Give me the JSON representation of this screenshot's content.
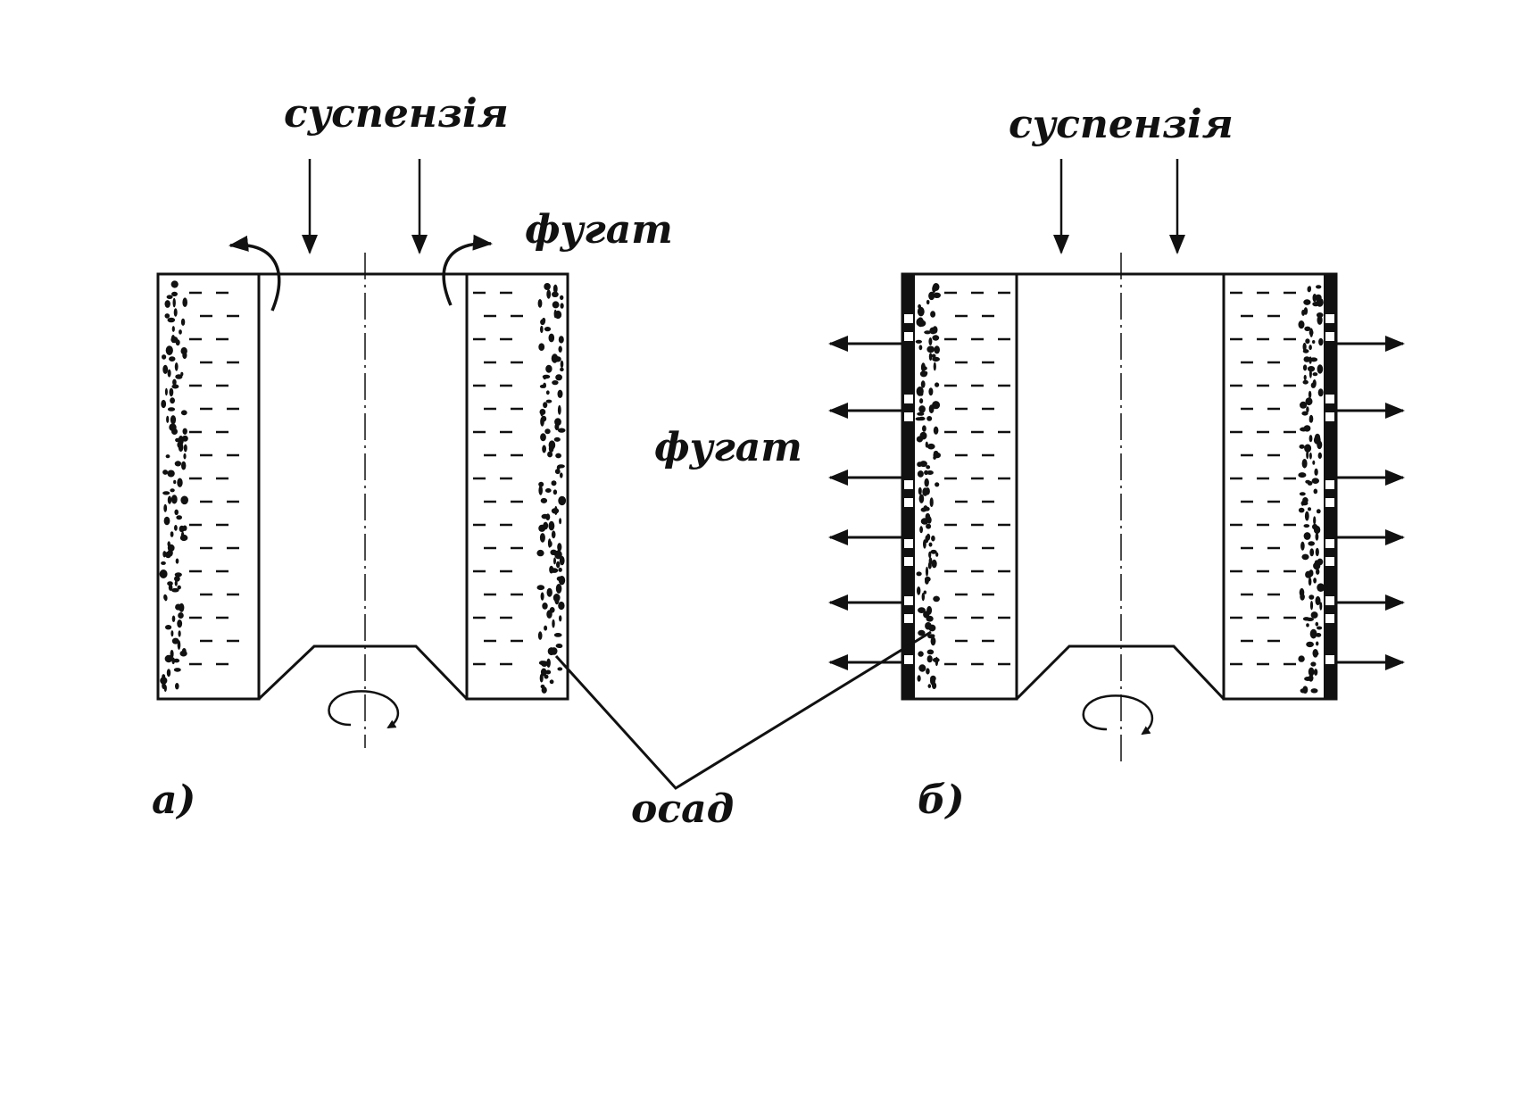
{
  "labels": {
    "suspension_a": "суспензія",
    "suspension_b": "суспензія",
    "fugate_a": "фугат",
    "fugate_b": "фугат",
    "sediment": "осад",
    "panel_a": "а)",
    "panel_b": "б)"
  },
  "colors": {
    "ink": "#111111",
    "background": "#ffffff"
  }
}
